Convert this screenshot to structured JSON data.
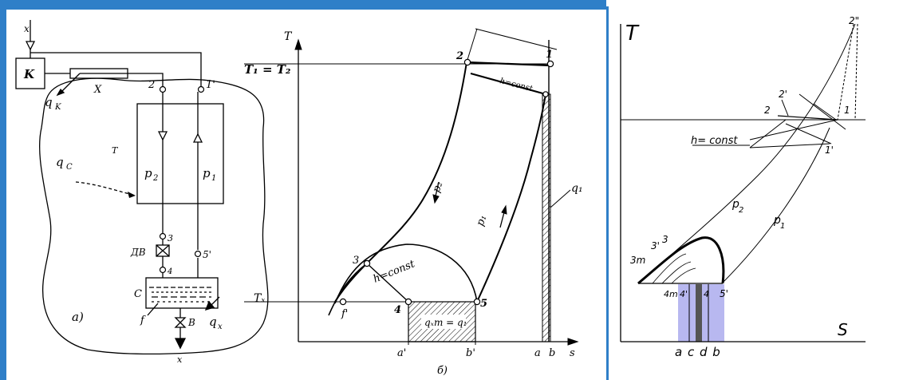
{
  "panel_a": {
    "x_top": "x",
    "K": "K",
    "X": "X",
    "q_K_q": "q",
    "q_K_sub": "K",
    "pt2": "2",
    "pt1p": "1'",
    "T": "T",
    "q_C_q": "q",
    "q_C_sub": "C",
    "p2_p": "p",
    "p2_sub": "2",
    "p1_p": "p",
    "p1_sub": "1",
    "pt3": "3",
    "DV": "ДВ",
    "pt4": "4",
    "pt5p": "5'",
    "C": "C",
    "f": "f",
    "B": "B",
    "q_x_q": "q",
    "q_x_sub": "x",
    "x_bottom": "x",
    "tag": "а)"
  },
  "panel_b": {
    "T_axis": "T",
    "T1T2": "T₁ = T₂",
    "Tx": "Tₓ",
    "s_axis": "s",
    "pt1": "1",
    "pt2": "2",
    "pt3": "3",
    "pt4": "4",
    "pt5": "5",
    "pt_f": "f'",
    "h_const_top": "h=const",
    "h_const_low": "h=const",
    "pz": "p₂",
    "p1": "p₁",
    "q1": "q₁",
    "qxt": "qₓт = q₁",
    "a_prime": "a'",
    "b_prime": "b'",
    "a": "a",
    "b": "b",
    "tag": "б)"
  },
  "panel_c": {
    "T_axis": "T",
    "s_axis": "S",
    "pt2pp": "2\"",
    "pt2p": "2'",
    "pt2": "2",
    "pt1": "1",
    "pt1p": "1'",
    "h_const": "h= const",
    "p2_p": "p",
    "p2_sub": "2",
    "p1_p": "p",
    "p1_sub": "1",
    "pt3": "3",
    "pt3p": "3'",
    "pt3m": "3m",
    "pt4m": "4m",
    "pt4p": "4'",
    "pt4": "4",
    "pt5p": "5'",
    "abcd": "a c d b",
    "colors": {
      "shade": "#b8b8f0",
      "dark": "#555555"
    }
  },
  "colors": {
    "frame": "#2f7fc8",
    "paper": "#ffffff",
    "ink": "#000000"
  }
}
